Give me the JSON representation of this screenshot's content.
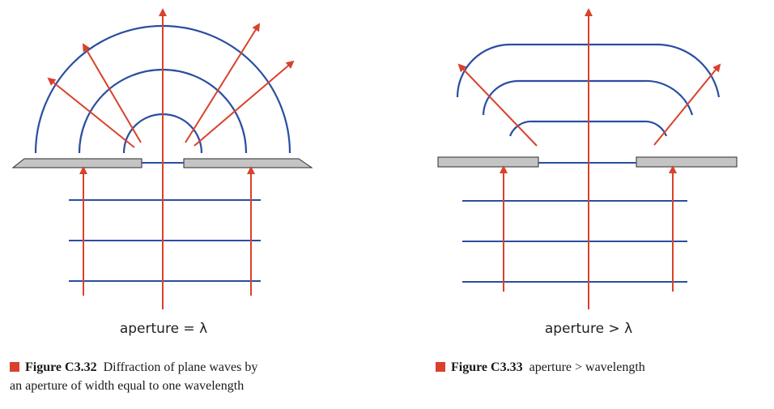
{
  "colors": {
    "ray": "#d9412b",
    "wavefront": "#2a4ea0",
    "barrier_fill": "#c4c4c4",
    "barrier_stroke": "#2b2b2b",
    "caption_marker": "#d9412b"
  },
  "left_diagram": {
    "label": "aperture = λ"
  },
  "right_diagram": {
    "label": "aperture > λ"
  },
  "left_caption": {
    "figure_number": "Figure C3.32",
    "line1": "Diffraction of plane waves by",
    "line2": "an aperture of width equal to one wavelength"
  },
  "right_caption": {
    "figure_number": "Figure C3.33",
    "text": "aperture > wavelength"
  }
}
